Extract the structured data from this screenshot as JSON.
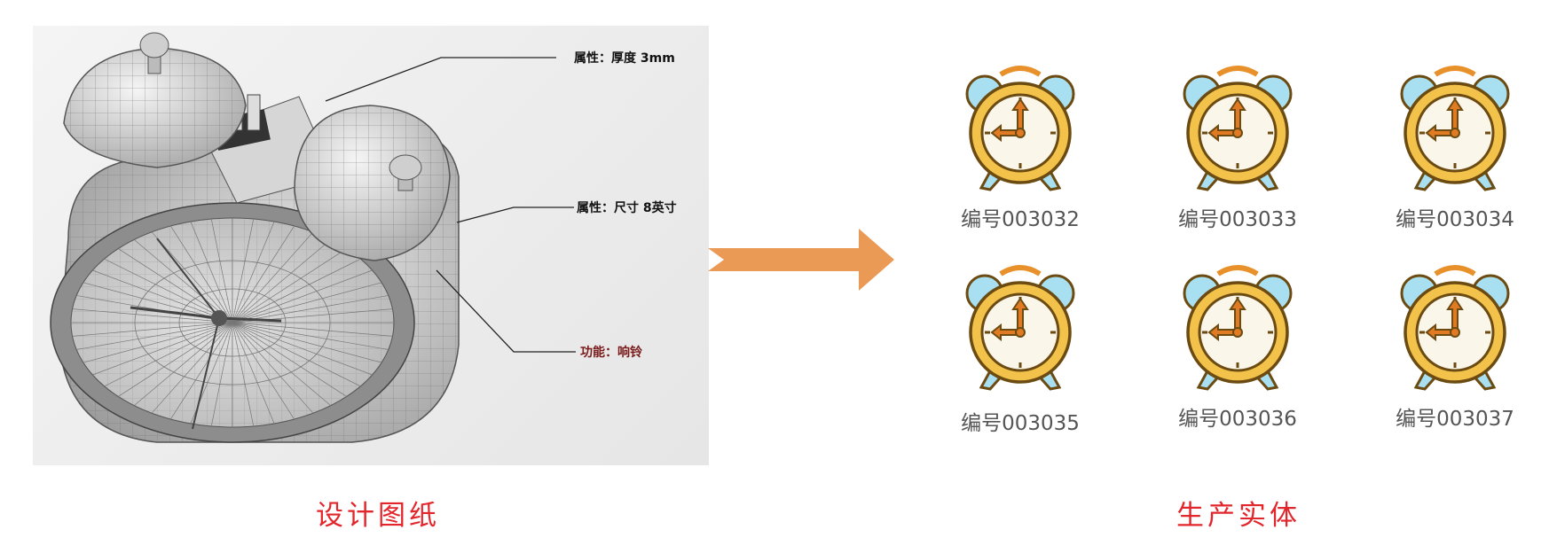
{
  "blueprint": {
    "callouts": [
      {
        "name": "callout-thickness",
        "text": "属性：厚度 3mm"
      },
      {
        "name": "callout-size",
        "text": "属性：尺寸 8英寸"
      },
      {
        "name": "callout-function",
        "text": "功能：响铃"
      }
    ],
    "caption": "设计图纸"
  },
  "products": {
    "caption": "生产实体",
    "items": [
      {
        "label": "编号003032"
      },
      {
        "label": "编号003033"
      },
      {
        "label": "编号003034"
      },
      {
        "label": "编号003035"
      },
      {
        "label": "编号003036"
      },
      {
        "label": "编号003037"
      }
    ]
  },
  "colors": {
    "arrow": "#eb9a55",
    "caption": "#e2262b",
    "clock_body": "#f2c24a",
    "clock_face": "#fbf6ea",
    "clock_outline": "#6b4b12",
    "bell": "#a8e0f2",
    "handle": "#e8902a",
    "hands": "#e07b23"
  }
}
